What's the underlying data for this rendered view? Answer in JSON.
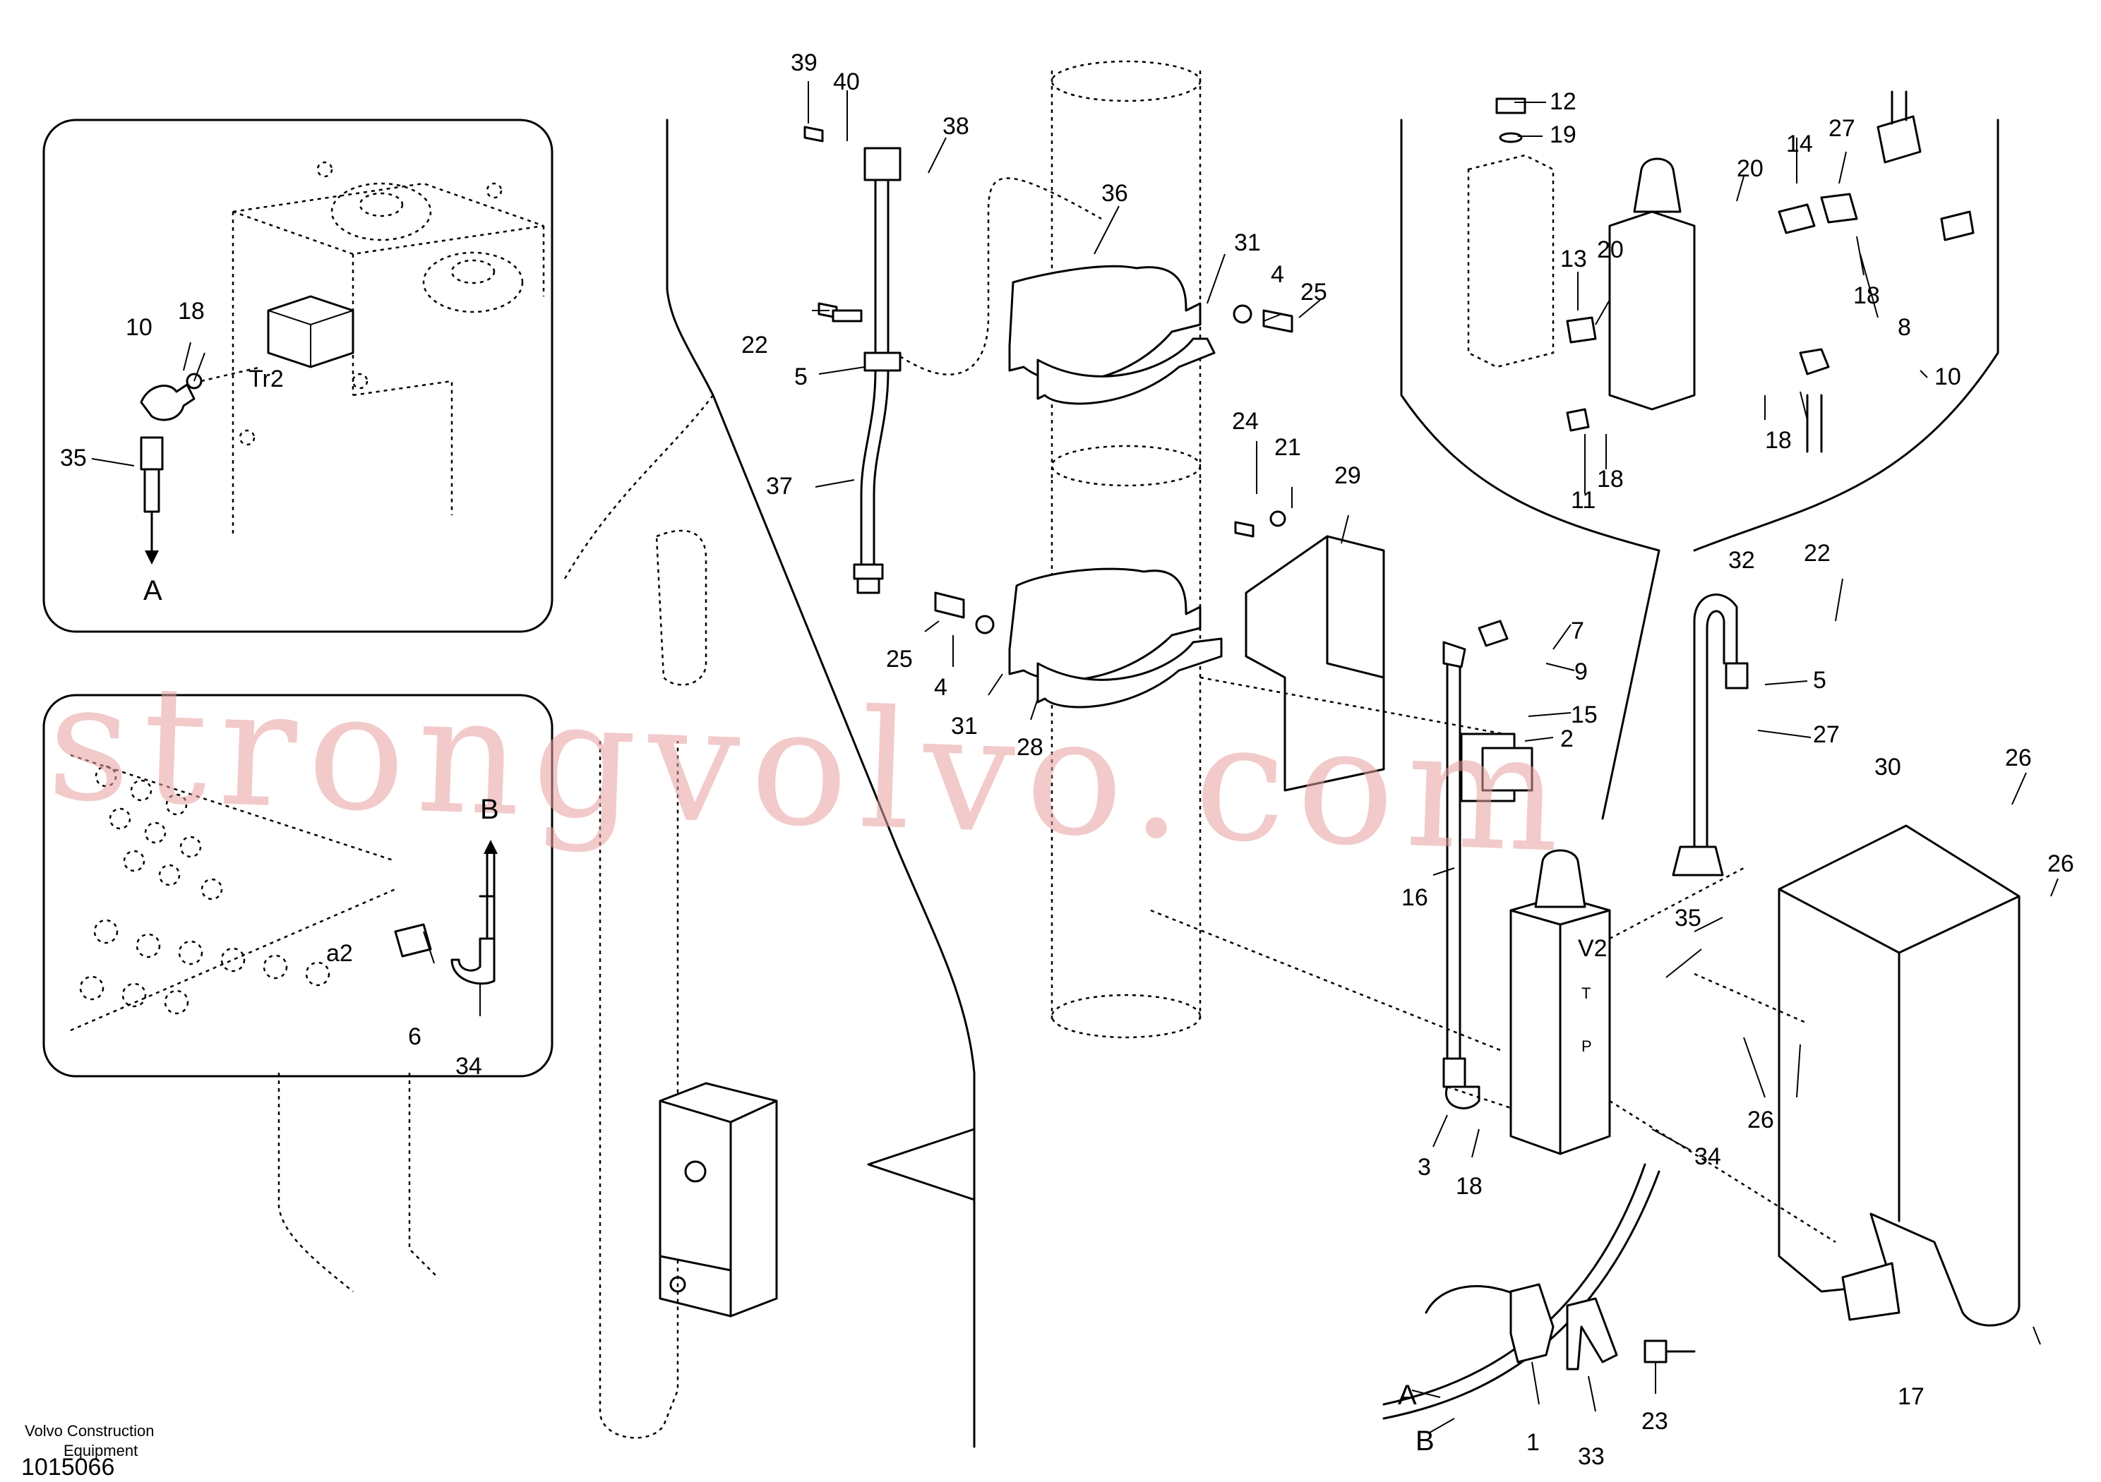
{
  "footer": {
    "company_line1": "Volvo Construction",
    "company_line2": "Equipment",
    "drawing_number": "1015066"
  },
  "watermark": "strongvolvo.com",
  "detail_views": {
    "a": {
      "marker": "Tr2",
      "arrow_label": "A"
    },
    "b": {
      "marker": "a2",
      "arrow_label": "B"
    }
  },
  "valve_marks": {
    "v2": "V2",
    "t": "T",
    "p": "P"
  },
  "hose_ends": {
    "a": "A",
    "b": "B"
  },
  "callouts": [
    "39",
    "40",
    "38",
    "36",
    "31",
    "4",
    "25",
    "22",
    "5",
    "37",
    "24",
    "21",
    "29",
    "25",
    "4",
    "31",
    "28",
    "12",
    "19",
    "14",
    "27",
    "20",
    "13",
    "20",
    "18",
    "8",
    "10",
    "11",
    "18",
    "18",
    "22",
    "32",
    "5",
    "27",
    "7",
    "9",
    "15",
    "2",
    "16",
    "35",
    "3",
    "18",
    "34",
    "26",
    "30",
    "26",
    "26",
    "17",
    "1",
    "33",
    "23",
    "10",
    "18",
    "35",
    "6",
    "34"
  ]
}
